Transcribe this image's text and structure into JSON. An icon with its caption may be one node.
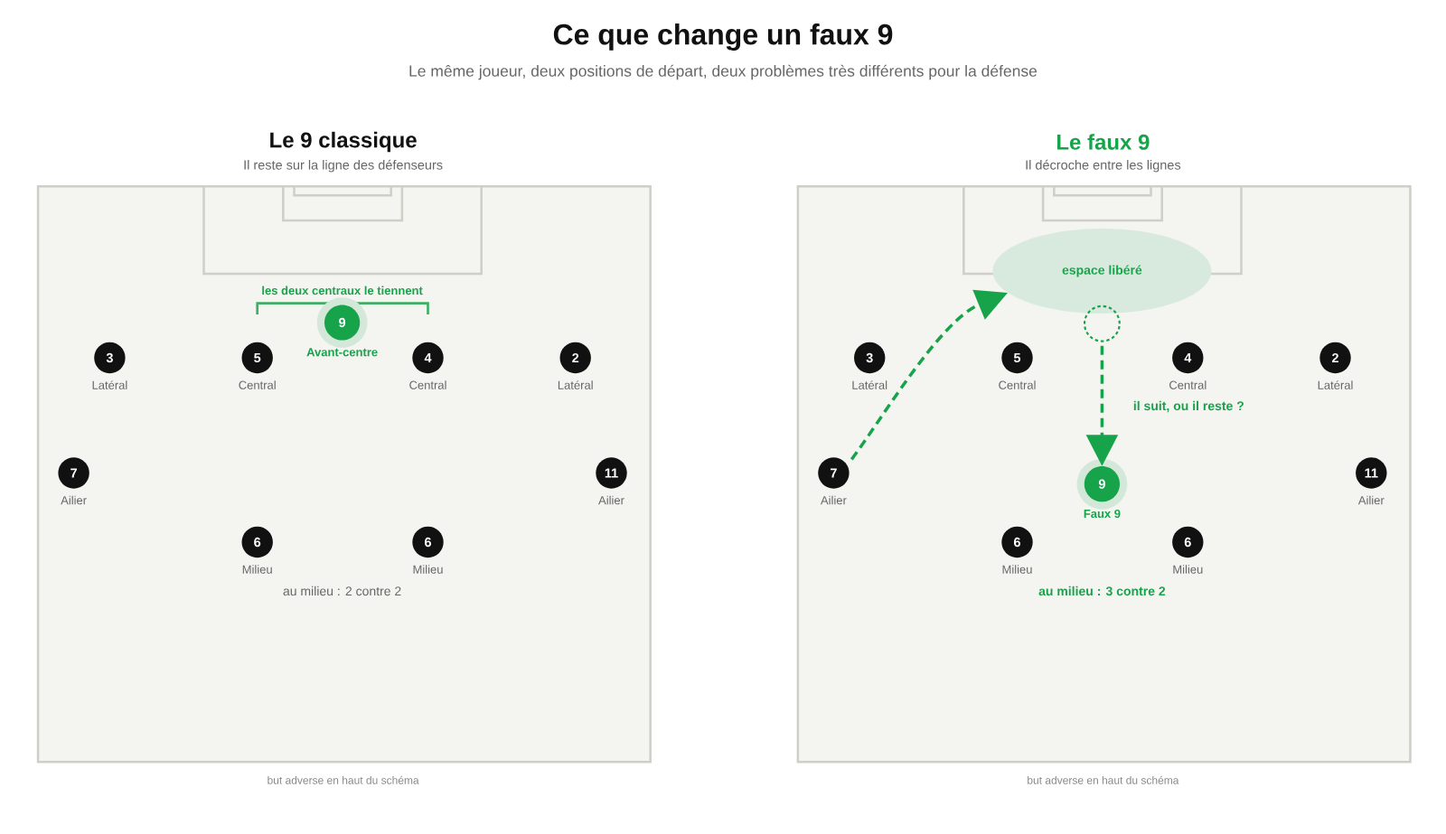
{
  "diagram": {
    "title": "Ce que change un faux 9",
    "nodes": [
      {
        "text": [
          "Le 9 classique",
          "Il reste sur la ligne des défenseurs"
        ],
        "beside": [
          "but adverse en haut du schéma"
        ]
      },
      {
        "text": [
          "9",
          "Avant-centre"
        ],
        "in": 0
      },
      {
        "text": [
          "3",
          "Latéral"
        ],
        "in": 0
      },
      {
        "text": [
          "5",
          "Central"
        ],
        "in": 0
      },
      {
        "text": [
          "4",
          "Central"
        ],
        "in": 0
      },
      {
        "text": [
          "2",
          "Latéral"
        ],
        "in": 0
      },
      {
        "text": [
          "7",
          "Ailier"
        ],
        "in": 0
      },
      {
        "text": [
          "11",
          "Ailier"
        ],
        "in": 0
      },
      {
        "text": [
          "6",
          "Milieu"
        ],
        "in": 0
      },
      {
        "text": [
          "6",
          "Milieu"
        ],
        "in": 0
      },
      {
        "text": [
          "Le faux 9",
          "Il décroche entre les lignes"
        ],
        "beside": [
          "but adverse en haut du schéma"
        ]
      },
      {
        "text": [
          "espace libéré"
        ],
        "in": 10
      },
      {
        "text": [],
        "shape": "circle",
        "in": 10
      },
      {
        "text": [
          "3",
          "Latéral"
        ],
        "in": 10
      },
      {
        "text": [
          "5",
          "Central"
        ],
        "in": 10
      },
      {
        "text": [
          "4",
          "Central"
        ],
        "in": 10
      },
      {
        "text": [
          "2",
          "Latéral"
        ],
        "in": 10
      },
      {
        "text": [
          "7",
          "Ailier"
        ],
        "in": 10
      },
      {
        "text": [
          "11",
          "Ailier"
        ],
        "in": 10
      },
      {
        "text": [
          "9",
          "Faux 9"
        ],
        "in": 10
      },
      {
        "text": [
          "6",
          "Milieu"
        ],
        "in": 10
      },
      {
        "text": [
          "6",
          "Milieu"
        ],
        "in": 10
      }
    ],
    "edges": [
      {
        "from": 17,
        "to": 11,
        "arrow": "to",
        "style": "dashed"
      },
      {
        "from": 12,
        "to": 19,
        "arrow": "to",
        "style": "dashed"
      }
    ],
    "labels": [
      "Le même joueur, deux positions de départ, deux problèmes très différents pour la défense",
      "les deux centraux le tiennent",
      "au milieu : 2 contre 2",
      "il suit, ou il reste ?",
      "au milieu : 3 contre 2"
    ]
  }
}
